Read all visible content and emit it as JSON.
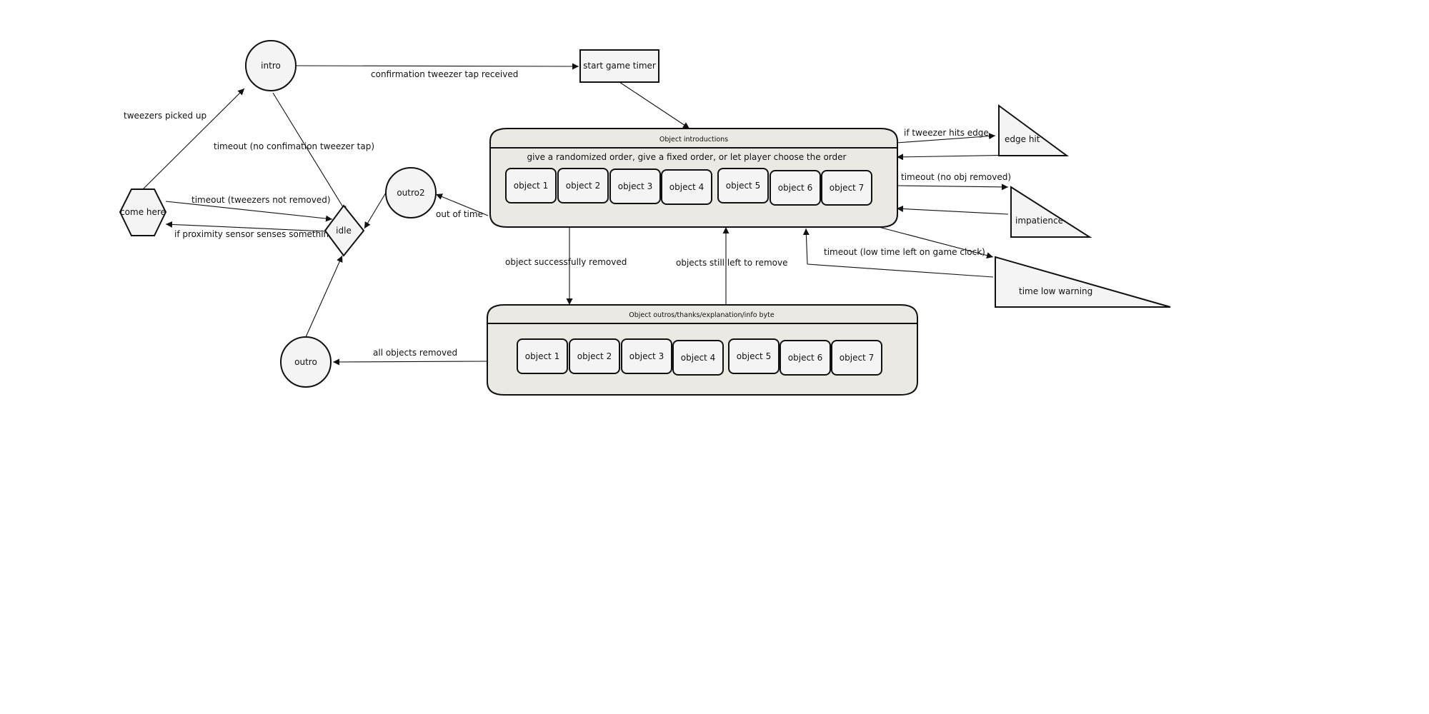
{
  "nodes": {
    "intro": "intro",
    "start_game_timer": "start game timer",
    "come_here": "come here",
    "idle": "idle",
    "outro2": "outro2",
    "outro": "outro",
    "edge_hit": "edge hit",
    "impatience": "impatience",
    "time_low_warning": "time low warning"
  },
  "groups": {
    "introductions": {
      "title": "Object introductions",
      "subtitle": "give a randomized order, give a fixed order, or let player choose the order",
      "objects": [
        "object 1",
        "object 2",
        "object 3",
        "object 4",
        "object 5",
        "object 6",
        "object 7"
      ]
    },
    "outros": {
      "title": "Object outros/thanks/explanation/info byte",
      "objects": [
        "object 1",
        "object 2",
        "object 3",
        "object 4",
        "object 5",
        "object 6",
        "object 7"
      ]
    }
  },
  "edges": {
    "confirmation": "confirmation tweezer tap received",
    "tweezers_picked_up": "tweezers picked up",
    "timeout_no_confirmation": "timeout (no confimation tweezer tap)",
    "timeout_tweezers": "timeout (tweezers not removed)",
    "proximity": "if proximity sensor senses something",
    "out_of_time": "out of time",
    "tweezer_hits_edge": "if tweezer hits edge",
    "timeout_no_obj": "timeout (no obj removed)",
    "timeout_low_time": "timeout (low time left on game clock)",
    "object_removed": "object successfully removed",
    "objects_left": "objects still left to remove",
    "all_removed": "all objects removed"
  }
}
